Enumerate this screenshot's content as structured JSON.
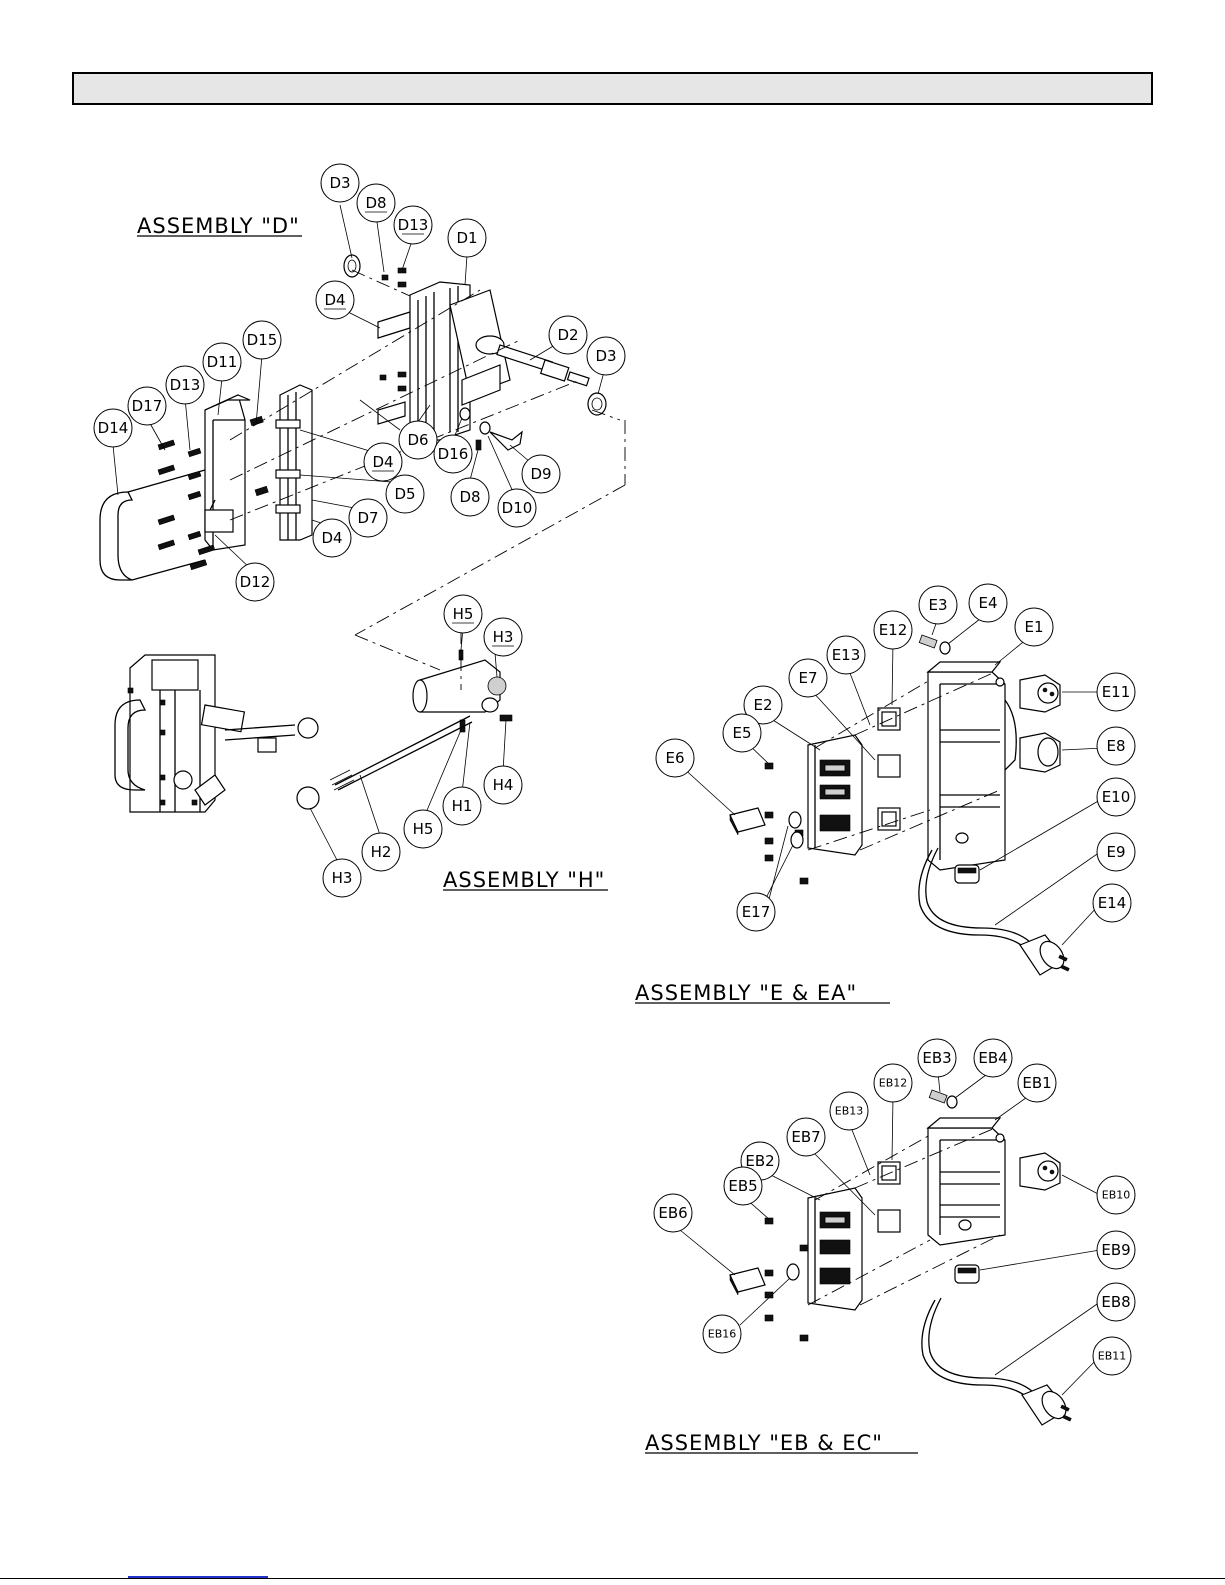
{
  "header": {
    "title": ""
  },
  "assemblies": {
    "d": {
      "title": "ASSEMBLY \"D\""
    },
    "h": {
      "title": "ASSEMBLY \"H\""
    },
    "e": {
      "title": "ASSEMBLY \"E & EA\""
    },
    "eb": {
      "title": "ASSEMBLY \"EB & EC\""
    }
  },
  "callouts": {
    "d": [
      "D3",
      "D8",
      "D13",
      "D1",
      "D4",
      "D2",
      "D3",
      "D15",
      "D11",
      "D13",
      "D17",
      "D14",
      "D6",
      "D16",
      "D9",
      "D4",
      "D5",
      "D7",
      "D8",
      "D10",
      "D4",
      "D12"
    ],
    "h": [
      "H5",
      "H3",
      "H4",
      "H1",
      "H5",
      "H2",
      "H3"
    ],
    "e": [
      "E3",
      "E4",
      "E12",
      "E1",
      "E13",
      "E7",
      "E11",
      "E2",
      "E5",
      "E8",
      "E6",
      "E10",
      "E9",
      "E14",
      "E17"
    ],
    "eb": [
      "EB3",
      "EB4",
      "EB12",
      "EB1",
      "EB13",
      "EB7",
      "EB2",
      "EB10",
      "EB5",
      "EB6",
      "EB9",
      "EB16",
      "EB8",
      "EB11"
    ]
  },
  "underlined": [
    "D8",
    "D13",
    "D4",
    "D4",
    "H5",
    "H3"
  ]
}
